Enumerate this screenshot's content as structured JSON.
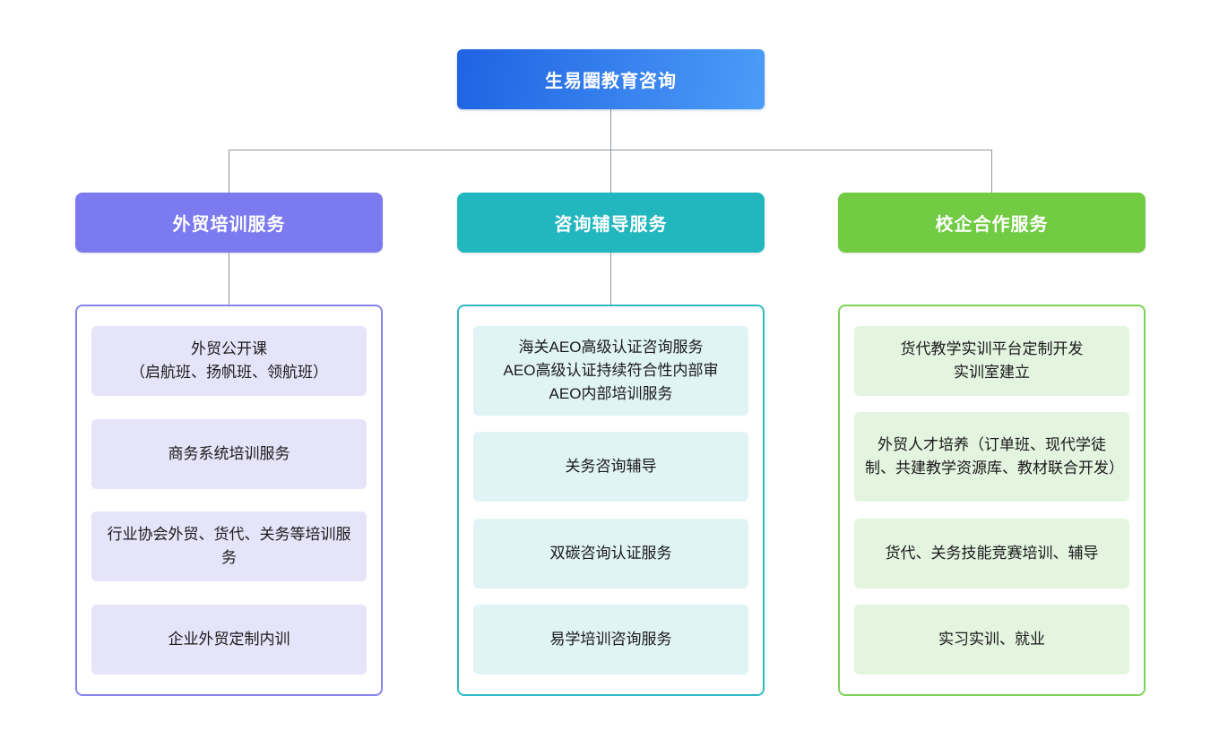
{
  "root": {
    "label": "生易圈教育咨询"
  },
  "colors": {
    "root_gradient_start": "#1f63e2",
    "root_gradient_end": "#4c9cf8",
    "connector": "#8f969e",
    "branch1_header": "#7b7aef",
    "branch1_border": "#8583f1",
    "branch1_item_bg": "#e6e4f9",
    "branch2_header": "#22b7be",
    "branch2_border": "#2fb9c1",
    "branch2_item_bg": "#e0f3f5",
    "branch3_header": "#71cb43",
    "branch3_border": "#7ed157",
    "branch3_item_bg": "#e3f4df"
  },
  "branches": [
    {
      "label": "外贸培训服务",
      "items": [
        {
          "lines": [
            "外贸公开课",
            "（启航班、扬帆班、领航班）"
          ]
        },
        {
          "lines": [
            "商务系统培训服务"
          ]
        },
        {
          "lines": [
            "行业协会外贸、货代、关务等培训服务"
          ]
        },
        {
          "lines": [
            "企业外贸定制内训"
          ]
        }
      ]
    },
    {
      "label": "咨询辅导服务",
      "items": [
        {
          "lines": [
            "海关AEO高级认证咨询服务",
            "AEO高级认证持续符合性内部审",
            "AEO内部培训服务"
          ]
        },
        {
          "lines": [
            "关务咨询辅导"
          ]
        },
        {
          "lines": [
            "双碳咨询认证服务"
          ]
        },
        {
          "lines": [
            "易学培训咨询服务"
          ]
        }
      ]
    },
    {
      "label": "校企合作服务",
      "items": [
        {
          "lines": [
            "货代教学实训平台定制开发",
            "实训室建立"
          ]
        },
        {
          "lines": [
            "外贸人才培养（订单班、现代学徒制、共建教学资源库、教材联合开发）"
          ]
        },
        {
          "lines": [
            "货代、关务技能竞赛培训、辅导"
          ]
        },
        {
          "lines": [
            "实习实训、就业"
          ]
        }
      ]
    }
  ]
}
